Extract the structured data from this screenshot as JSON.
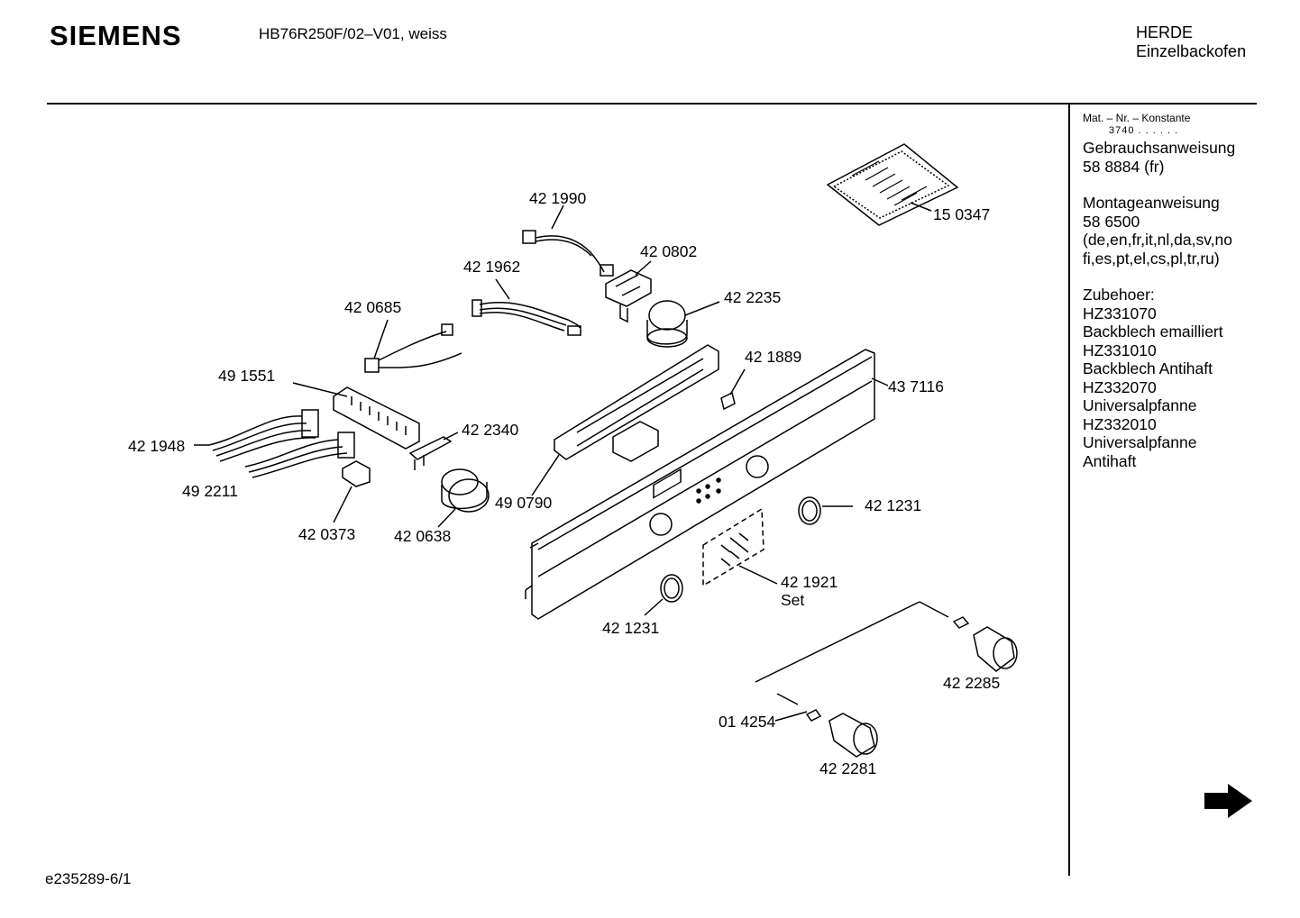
{
  "header": {
    "brand": "SIEMENS",
    "model": "HB76R250F/02–V01, weiss",
    "category_line1": "HERDE",
    "category_line2": "Einzelbackofen"
  },
  "sidebar": {
    "heading": "Mat. – Nr. – Konstante",
    "konstante": "3740 . . . . . .",
    "entries": [
      "Gebrauchsanweisung\n58 8884 (fr)",
      "Montageanweisung\n58 6500\n(de,en,fr,it,nl,da,sv,no\nfi,es,pt,el,cs,pl,tr,ru)",
      "Zubehoer:\nHZ331070\nBackblech emailliert\nHZ331010\nBackblech Antihaft\nHZ332070\nUniversalpfanne\nHZ332010\nUniversalpfanne\nAntihaft"
    ]
  },
  "parts": {
    "p150347": "15 0347",
    "p421990": "42 1990",
    "p420802": "42 0802",
    "p421962": "42 1962",
    "p422235": "42 2235",
    "p420685": "42 0685",
    "p421889": "42 1889",
    "p491551": "49 1551",
    "p437116": "43 7116",
    "p422340": "42 2340",
    "p421948": "42 1948",
    "p492211": "49 2211",
    "p490790": "49 0790",
    "p420373": "42 0373",
    "p420638": "42 0638",
    "p421231a": "42 1231",
    "p421921": "42 1921",
    "p421921set": "Set",
    "p421231b": "42 1231",
    "p422285": "42 2285",
    "p014254": "01 4254",
    "p422281": "42 2281"
  },
  "icons": {
    "next_page": "arrow-right-icon"
  },
  "footer": {
    "doc_id": "e235289-6/1"
  }
}
